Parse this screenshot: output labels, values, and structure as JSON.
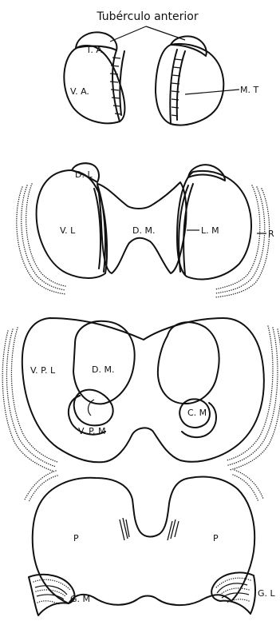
{
  "figure": {
    "title": "Tubérculo anterior",
    "sections": [
      {
        "labels": {
          "ta": "T. A",
          "va": "V. A.",
          "mt": "M. T"
        }
      },
      {
        "labels": {
          "dl": "D. L",
          "vl": "V. L",
          "dm": "D. M.",
          "lm": "L. M",
          "r": "R"
        }
      },
      {
        "labels": {
          "vpl": "V. P. L",
          "dm": "D. M.",
          "vpm": "V. P. M",
          "cm": "C. M"
        }
      },
      {
        "labels": {
          "p_left": "P",
          "p_right": "P",
          "gm": "G. M",
          "gl": "G. L"
        }
      }
    ]
  }
}
